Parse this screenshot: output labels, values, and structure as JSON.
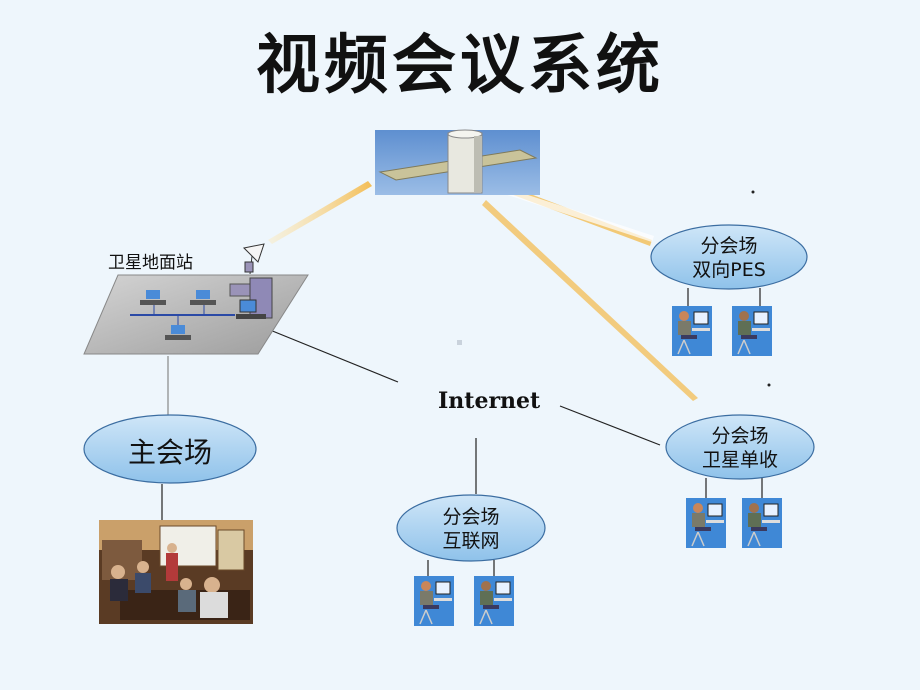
{
  "title": "视频会议系统",
  "ground_station_label": "卫星地面站",
  "internet_label": "Internet",
  "main_venue": "主会场",
  "branch_pes": {
    "line1": "分会场",
    "line2": "双向PES"
  },
  "branch_sat": {
    "line1": "分会场",
    "line2": "卫星单收"
  },
  "branch_net": {
    "line1": "分会场",
    "line2": "互联网"
  },
  "colors": {
    "background": "#eef6fc",
    "oval_fill": "#a9d2ef",
    "beam": "#f5c76a",
    "link": "#222222"
  },
  "icons": [
    "satellite-icon",
    "ground-station-network-icon",
    "dish-antenna-icon",
    "meeting-photo",
    "workstation-user-icon"
  ]
}
